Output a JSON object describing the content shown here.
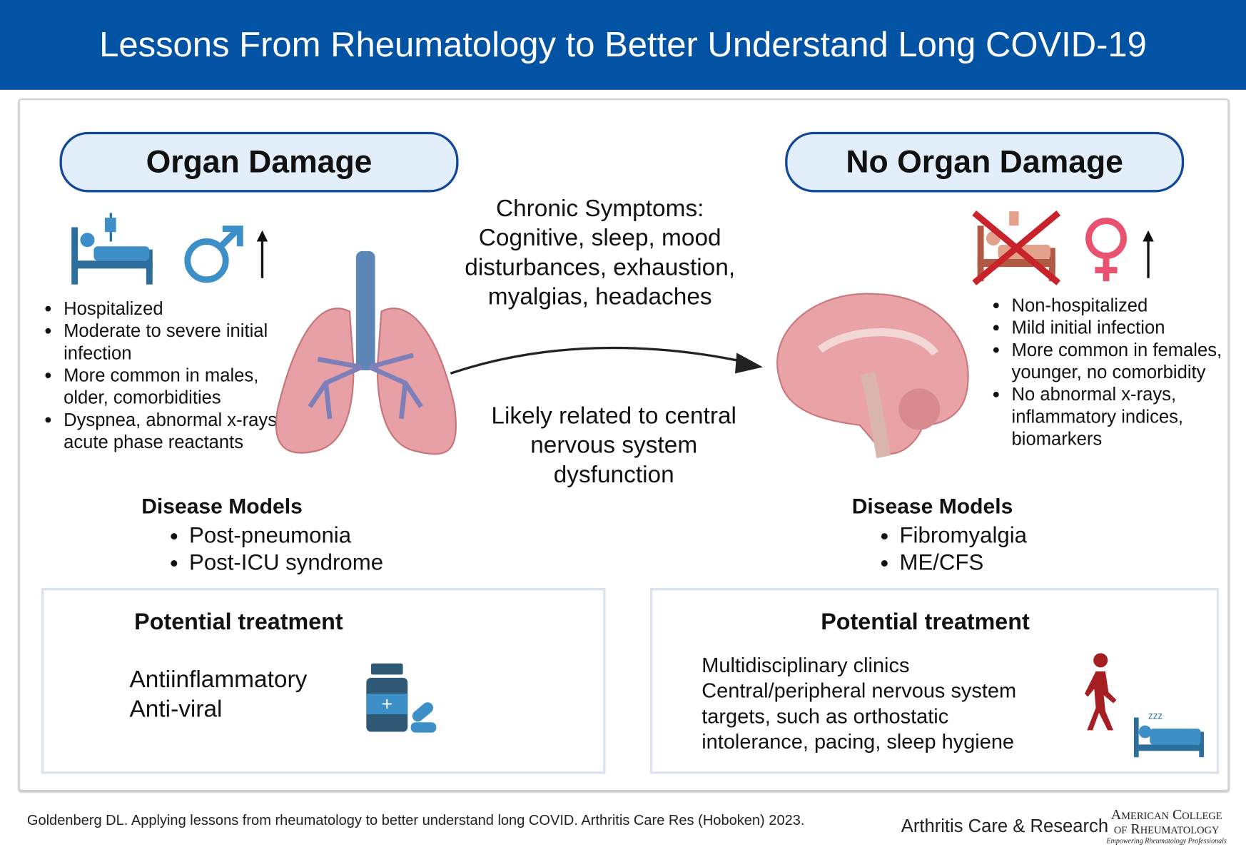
{
  "title": "Lessons From Rheumatology to Better Understand Long COVID-19",
  "left": {
    "heading": "Organ Damage",
    "icons": [
      "hospital-bed-icon",
      "male-symbol-icon",
      "up-arrow-icon",
      "lungs-illustration"
    ],
    "bullets": [
      "Hospitalized",
      "Moderate to severe initial infection",
      "More common in males, older, comorbidities",
      "Dyspnea, abnormal x-rays, acute phase reactants"
    ],
    "disease_models_title": "Disease Models",
    "disease_models": [
      "Post-pneumonia",
      "Post-ICU syndrome"
    ],
    "treatment_title": "Potential treatment",
    "treatments": [
      "Antiinflammatory",
      "Anti-viral"
    ]
  },
  "center": {
    "chronic_symptoms": "Chronic Symptoms: Cognitive, sleep, mood disturbances, exhaustion, myalgias, headaches",
    "likely_related": "Likely related to central nervous system dysfunction"
  },
  "right": {
    "heading": "No Organ Damage",
    "icons": [
      "crossed-hospital-bed-icon",
      "female-symbol-icon",
      "up-arrow-icon",
      "brain-illustration"
    ],
    "bullets": [
      "Non-hospitalized",
      "Mild initial infection",
      "More common in females, younger, no comorbidity",
      "No abnormal x-rays, inflammatory indices, biomarkers"
    ],
    "disease_models_title": "Disease Models",
    "disease_models": [
      "Fibromyalgia",
      "ME/CFS"
    ],
    "treatment_title": "Potential treatment",
    "treatments": [
      "Multidisciplinary clinics",
      "Central/peripheral nervous system targets, such as orthostatic intolerance, pacing, sleep hygiene"
    ]
  },
  "footer": {
    "citation": "Goldenberg DL. Applying lessons from rheumatology to better understand long COVID. Arthritis Care Res (Hoboken) 2023.",
    "journal": "Arthritis Care & Research",
    "acr_line1": "American College",
    "acr_line2": "of Rheumatology",
    "acr_tagline": "Empowering Rheumatology Professionals"
  },
  "colors": {
    "banner": "#0353a4",
    "pill_border": "#12479a",
    "pill_fill": "#e2eefa",
    "icon_blue": "#3c8fc7",
    "icon_red": "#b3202a"
  }
}
